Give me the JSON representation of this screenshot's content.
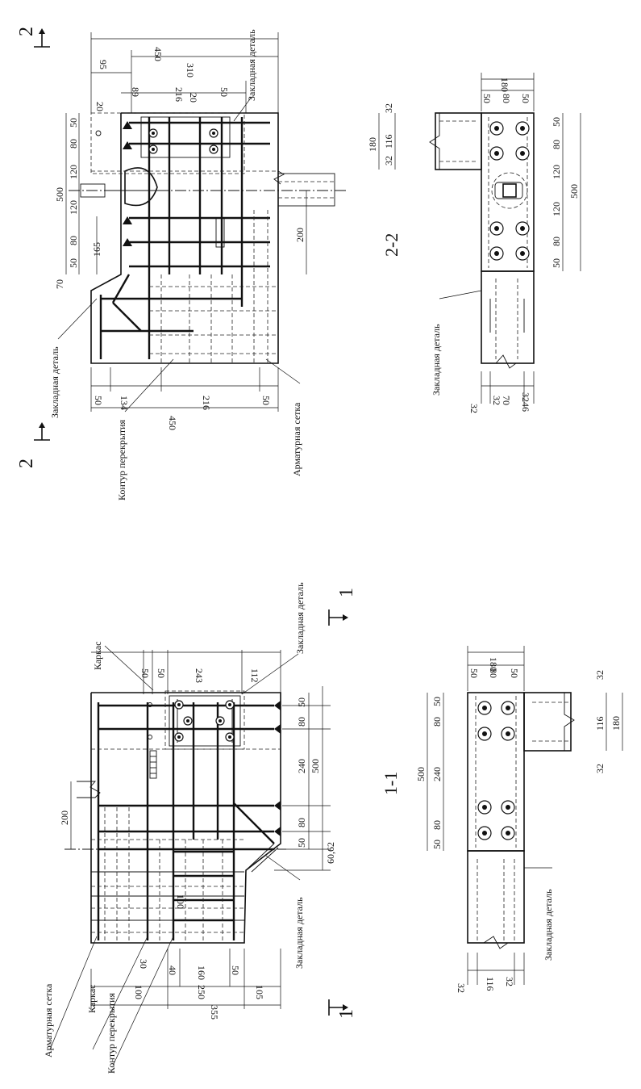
{
  "labels": {
    "sec11": "1-1",
    "sec22": "2-2",
    "cut1_top": "1",
    "cut1_bottom": "1",
    "cut2_top": "2",
    "cut2_bottom": "2",
    "karkas": "Каркас",
    "zakladnaya": "Закладная деталь",
    "armsetka": "Арматурная сетка",
    "kontur": "Контур перекрытия"
  },
  "dims_left": {
    "d50a": "50",
    "d50b": "50",
    "d243": "243",
    "d112": "112",
    "r50a": "50",
    "r80a": "80",
    "r240": "240",
    "r500": "500",
    "r80b": "80",
    "r50b": "50",
    "r6062": "60,62",
    "l200": "200",
    "l100": "100",
    "l30": "30",
    "b100": "100",
    "b250": "250",
    "b355": "355",
    "b40": "40",
    "b160": "160",
    "b50": "50",
    "b105": "105"
  },
  "dims_right": {
    "t20": "20",
    "t95": "95",
    "t310": "310",
    "t450": "450",
    "t89": "89",
    "t216": "216",
    "t20b": "20",
    "t50": "50",
    "r50a": "50",
    "r80a": "80",
    "r120a": "120",
    "r500": "500",
    "r120b": "120",
    "r80b": "80",
    "r50b": "50",
    "r165": "165",
    "r70": "70",
    "r200": "200",
    "b50a": "50",
    "b134": "134",
    "b216": "216",
    "b50b": "50",
    "b450": "450"
  },
  "dims_sec11": {
    "t50a": "50",
    "t80": "80",
    "t50b": "50",
    "t180": "180",
    "l50a": "50",
    "l80a": "80",
    "l240": "240",
    "l500": "500",
    "l80b": "80",
    "l50b": "50",
    "r32a": "32",
    "r116": "116",
    "r180": "180",
    "r32b": "32",
    "b32a": "32",
    "b116": "116",
    "b32b": "32"
  },
  "dims_sec22": {
    "t50a": "50",
    "t80": "80",
    "t50b": "50",
    "t180": "180",
    "r50a": "50",
    "r80a": "80",
    "r120a": "120",
    "r500": "500",
    "r120b": "120",
    "r80b": "80",
    "r50b": "50",
    "l180": "180",
    "l32a": "32",
    "l116": "116",
    "l32b": "32",
    "b32a": "32",
    "b46": "3246",
    "b70": "70",
    "b32b": "32"
  }
}
